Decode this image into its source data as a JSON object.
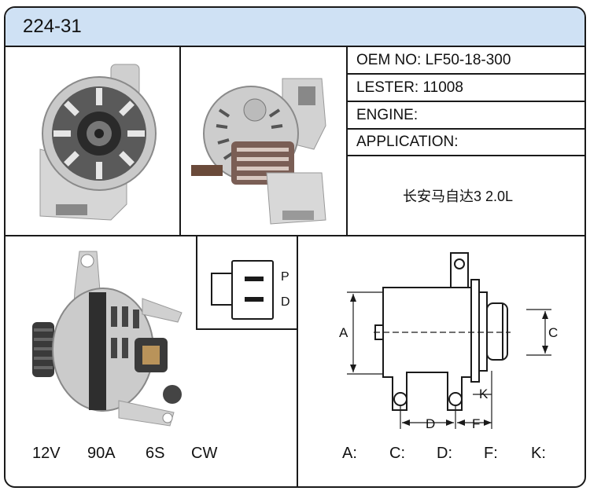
{
  "header": {
    "part_number": "224-31"
  },
  "specs": {
    "oem": "OEM NO: LF50-18-300",
    "lester": "LESTER: 11008",
    "engine": "ENGINE:",
    "application": "APPLICATION:",
    "application_value": "长安马自达3 2.0L"
  },
  "connector": {
    "pin_p": "P",
    "pin_d": "D"
  },
  "ratings": {
    "voltage": "12V",
    "amperage": "90A",
    "pulley": "6S",
    "rotation": "CW"
  },
  "drawing": {
    "label_a": "A",
    "label_c": "C",
    "label_d": "D",
    "label_f": "F",
    "label_k": "K"
  },
  "dimensions": {
    "a": "A:",
    "c": "C:",
    "d": "D:",
    "f": "F:",
    "k": "K:"
  },
  "colors": {
    "header_bg": "#cfe1f4",
    "border": "#1a1a1a"
  }
}
